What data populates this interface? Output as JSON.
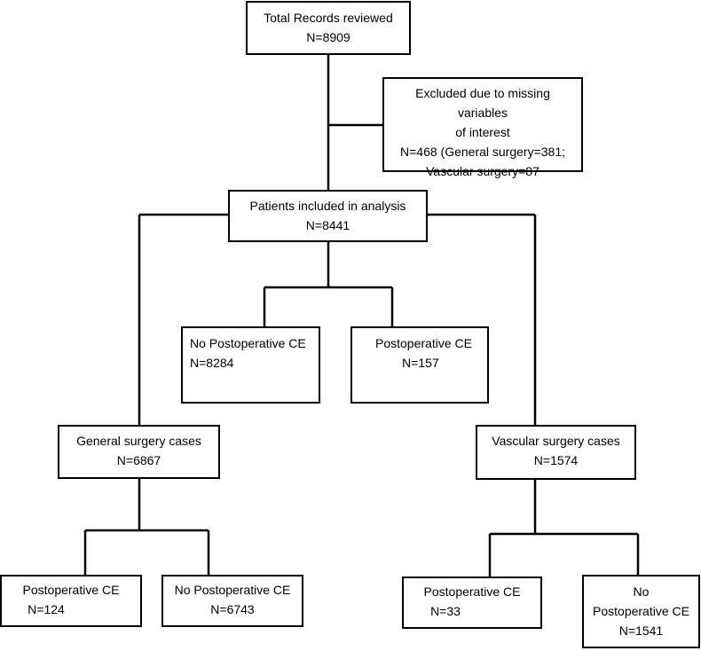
{
  "diagram": {
    "total": {
      "line1": "Total Records reviewed",
      "line2": "N=8909"
    },
    "excluded": {
      "line1": "Excluded due to missing variables",
      "line2": "of interest",
      "line3": "N=468 (General surgery=381;",
      "line4": "Vascular surgery=87"
    },
    "included": {
      "line1": "Patients included in analysis",
      "line2": "N=8441"
    },
    "no_postop_all": {
      "line1": "No Postoperative CE",
      "line2": "N=8284"
    },
    "postop_all": {
      "line1": "Postoperative CE",
      "line2": "N=157"
    },
    "general": {
      "line1": "General surgery cases",
      "line2": "N=6867"
    },
    "vascular": {
      "line1": "Vascular surgery cases",
      "line2": "N=1574"
    },
    "general_postop": {
      "line1": "Postoperative CE",
      "line2": "N=124"
    },
    "general_no_postop": {
      "line1": "No Postoperative CE",
      "line2": "N=6743"
    },
    "vascular_postop": {
      "line1": "Postoperative CE",
      "line2": "N=33"
    },
    "vascular_no_postop": {
      "line1": "No",
      "line2": "Postoperative CE",
      "line3": "N=1541"
    }
  }
}
